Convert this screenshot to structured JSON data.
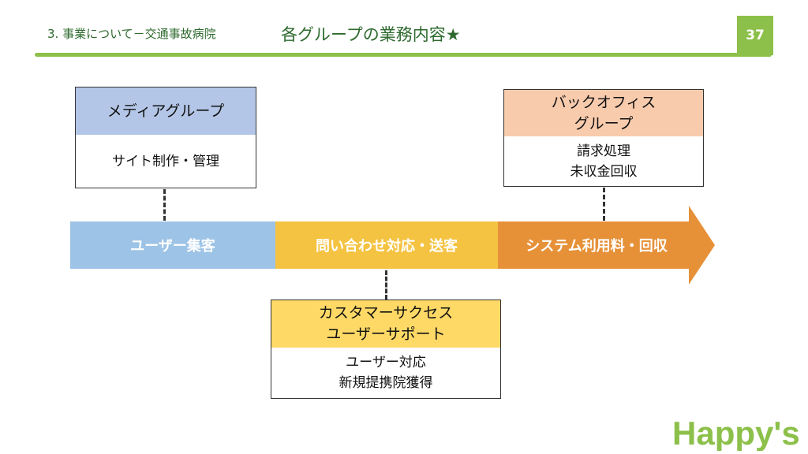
{
  "header": {
    "section": "3. 事業について－交通事故病院",
    "title": "各グループの業務内容★",
    "page_number": "37"
  },
  "groups": {
    "media": {
      "name": "メディアグループ",
      "tasks": "サイト制作・管理",
      "head_color": "#b4c6e7"
    },
    "backoffice": {
      "name": "バックオフィス\nグループ",
      "tasks": "請求処理\n未収金回収",
      "head_color": "#f8cbad"
    },
    "customer_success": {
      "name": "カスタマーサクセス\nユーザーサポート",
      "tasks": "ユーザー対応\n新規提携院獲得",
      "head_color": "#ffd966"
    }
  },
  "flow": {
    "step1": {
      "label": "ユーザー集客",
      "color": "#9dc3e6"
    },
    "step2": {
      "label": "問い合わせ対応・送客",
      "color": "#f5c342"
    },
    "step3": {
      "label": "システム利用料・回収",
      "color": "#e69138"
    }
  },
  "logo": {
    "text": "Happy's",
    "color": "#8cc04a"
  }
}
